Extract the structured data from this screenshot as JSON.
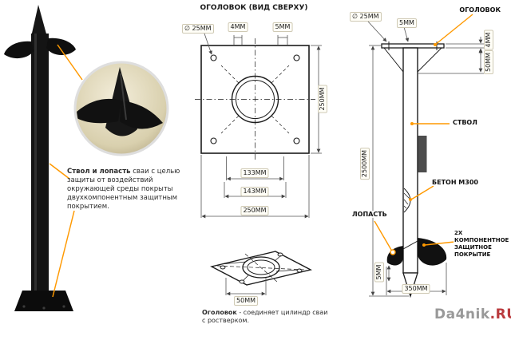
{
  "title_top_view": "ОГОЛОВОК (ВИД СВЕРХУ)",
  "photo_note": {
    "bold": "Ствол и лопасть",
    "rest": "сваи с целью защиты от воздействий окружающей среды покрыты двухкомпонентным защитным покрытием."
  },
  "cap_note": {
    "bold": "Оголовок",
    "rest": "- соединяет цилиндр сваи с ростверком."
  },
  "top_view": {
    "dia": "∅ 25ММ",
    "d4": "4ММ",
    "d5": "5ММ",
    "right_side": "250ММ",
    "w133": "133ММ",
    "w143": "143ММ",
    "w250": "250ММ"
  },
  "cap_view": {
    "d50": "50ММ"
  },
  "side_view": {
    "dia": "∅ 25ММ",
    "d5_top": "5ММ",
    "d4": "4ММ",
    "d50": "50ММ",
    "h2500": "2500ММ",
    "d5_blade": "5ММ",
    "w350": "350ММ",
    "ogolovok": "ОГОЛОВОК",
    "stvol": "СТВОЛ",
    "beton": "БЕТОН М300",
    "lopast": "ЛОПАСТЬ",
    "coating": "2Х КОМПОНЕНТНОЕ ЗАЩИТНОЕ ПОКРЫТИЕ"
  },
  "watermark": {
    "name": "Da4nik",
    "tld": ".RU"
  },
  "colors": {
    "accent": "#ff9900",
    "line": "#1c1c1c"
  }
}
